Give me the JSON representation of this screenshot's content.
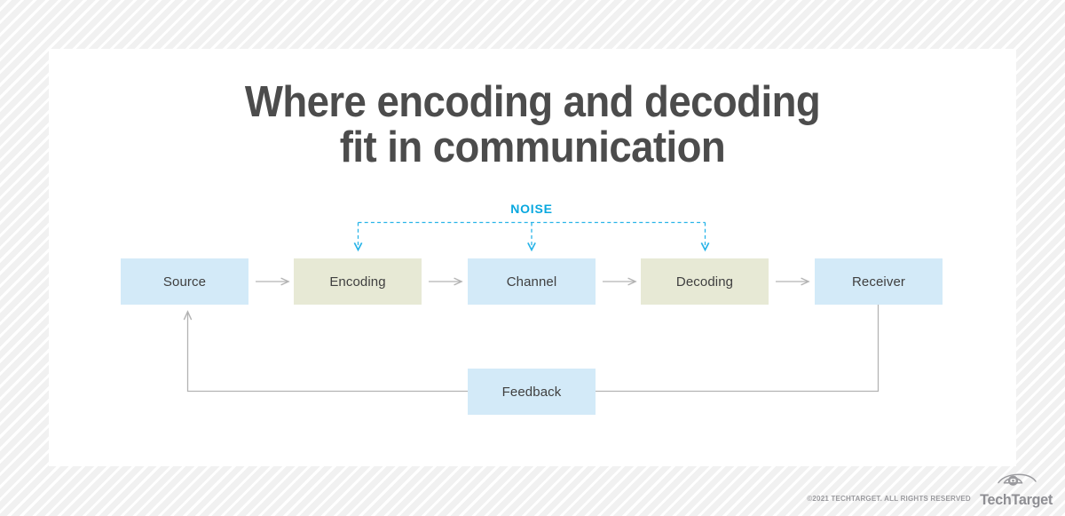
{
  "page": {
    "background_color": "#f2f2f2",
    "card_color": "#ffffff"
  },
  "title": {
    "line1": "Where encoding and decoding",
    "line2": "fit in communication",
    "color": "#4c4c4c"
  },
  "diagram": {
    "type": "flow",
    "noise_label": "NOISE",
    "noise_color": "#09a8df",
    "arrow_color": "#b3b3b3",
    "colors": {
      "blue_fill": "#d3eaf8",
      "olive_fill": "#e7e9d5",
      "text": "#3f3f3f"
    },
    "nodes": [
      {
        "id": "source",
        "label": "Source",
        "fill": "blue"
      },
      {
        "id": "encoding",
        "label": "Encoding",
        "fill": "olive"
      },
      {
        "id": "channel",
        "label": "Channel",
        "fill": "blue"
      },
      {
        "id": "decoding",
        "label": "Decoding",
        "fill": "olive"
      },
      {
        "id": "receiver",
        "label": "Receiver",
        "fill": "blue"
      },
      {
        "id": "feedback",
        "label": "Feedback",
        "fill": "blue"
      }
    ],
    "noise_targets": [
      "encoding",
      "channel",
      "decoding"
    ],
    "flow": "source → encoding → channel → decoding → receiver → feedback → source"
  },
  "footer": {
    "copyright": "©2021 TECHTARGET. ALL RIGHTS RESERVED",
    "logo_word": "TechTarget",
    "logo_icon": "eye-icon"
  }
}
